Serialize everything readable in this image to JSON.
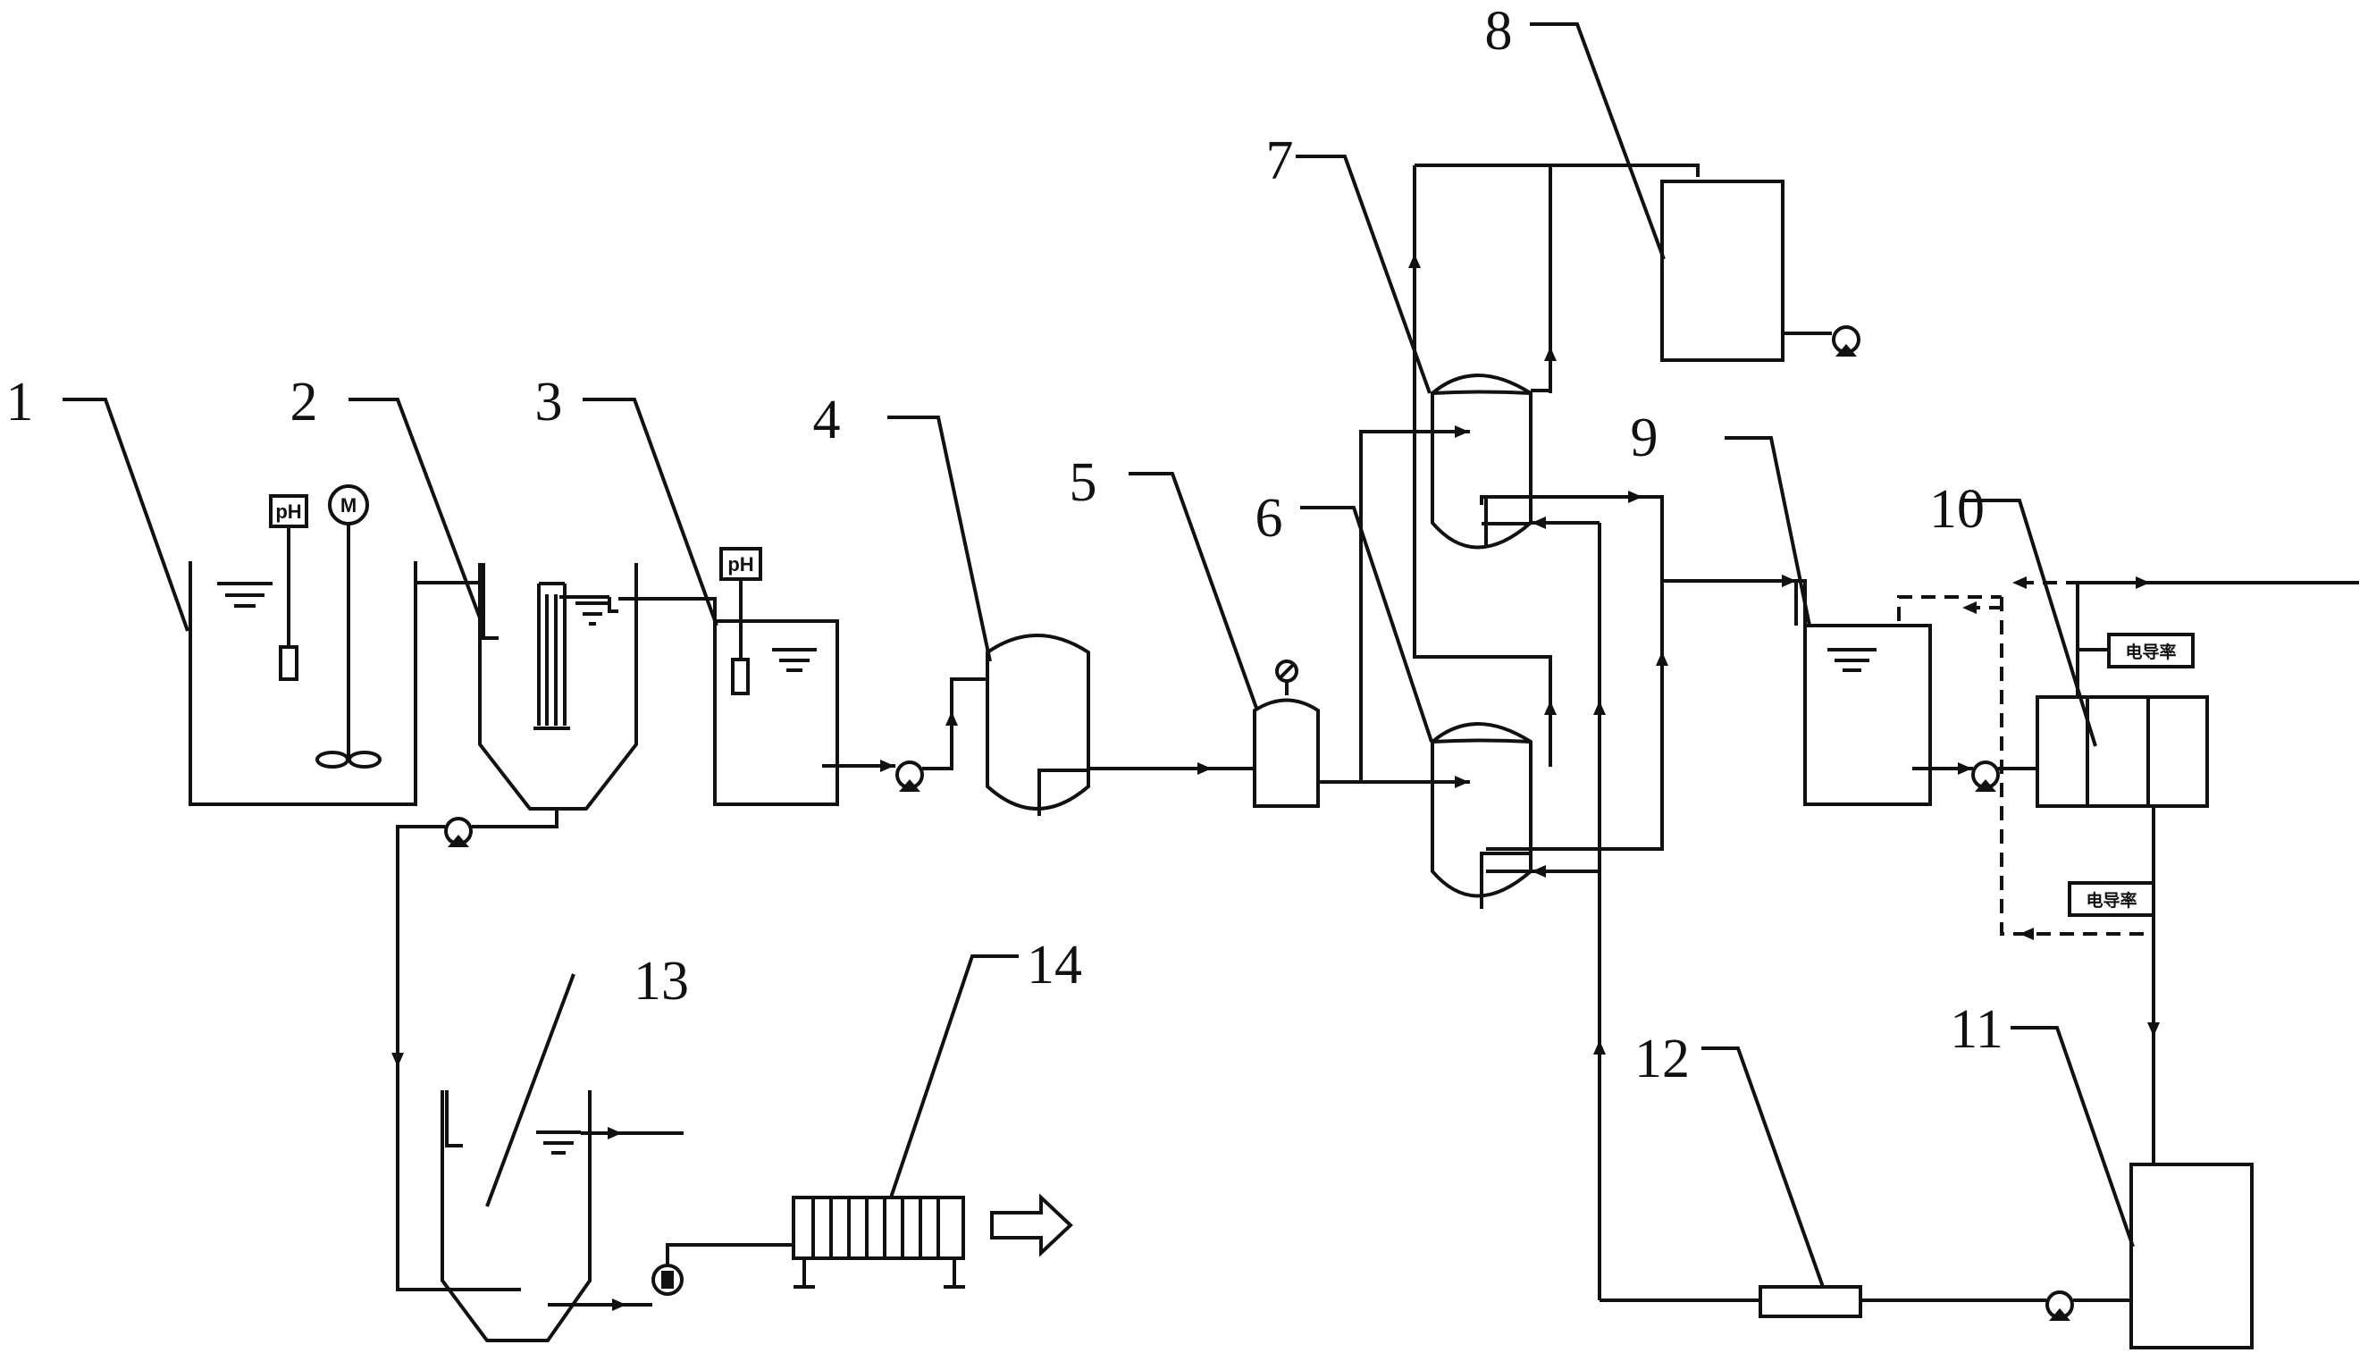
{
  "labels": {
    "l1": "1",
    "l2": "2",
    "l3": "3",
    "l4": "4",
    "l5": "5",
    "l6": "6",
    "l7": "7",
    "l8": "8",
    "l9": "9",
    "l10": "10",
    "l11": "11",
    "l12": "12",
    "l13": "13",
    "l14": "14"
  },
  "instruments": {
    "ph": "pH",
    "motor": "M",
    "conductivity": "电导率"
  }
}
